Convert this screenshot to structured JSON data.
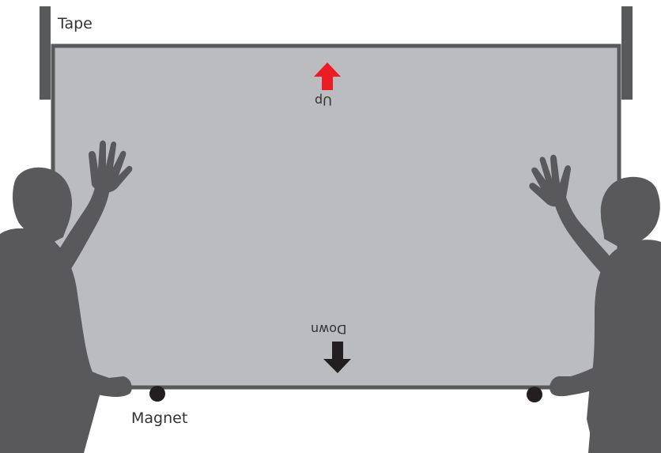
{
  "labels": {
    "tape": "Tape",
    "magnet": "Magnet",
    "up": "Up",
    "down": "Down"
  },
  "colors": {
    "panel_fill": "#bbbcc0",
    "panel_border": "#58595b",
    "person": "#59595b",
    "tape_bar": "#58595b",
    "magnet": "#231f20",
    "up_arrow": "#ed1c24",
    "down_arrow": "#231f20",
    "text": "#333333"
  }
}
